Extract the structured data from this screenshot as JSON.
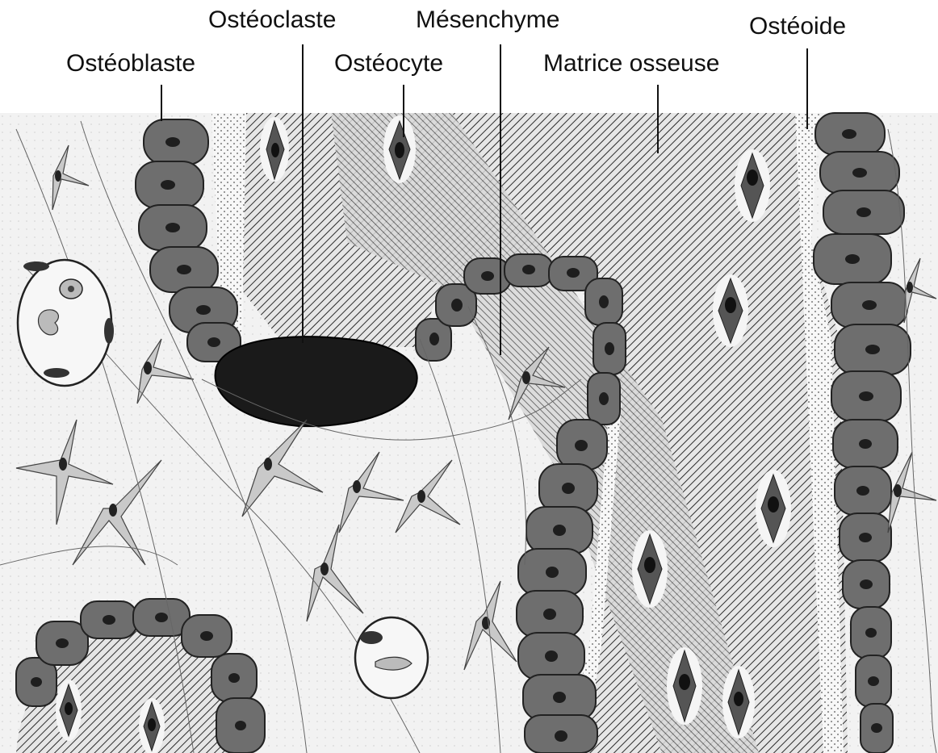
{
  "figure": {
    "labels": {
      "osteoclaste": "Ostéoclaste",
      "mesenchyme": "Mésenchyme",
      "osteoide": "Ostéoide",
      "osteoblaste": "Ostéoblaste",
      "osteocyte": "Ostéocyte",
      "matrice_osseuse": "Matrice osseuse"
    },
    "colors": {
      "cell_fill": "#6e6e6e",
      "nucleus": "#1e1e1e",
      "osteoclast": "#1a1a1a",
      "matrix_hatch": "#2a2a2a",
      "osteoid_dots": "#555555",
      "mesenchyme_bg": "#f2f2f2"
    }
  }
}
